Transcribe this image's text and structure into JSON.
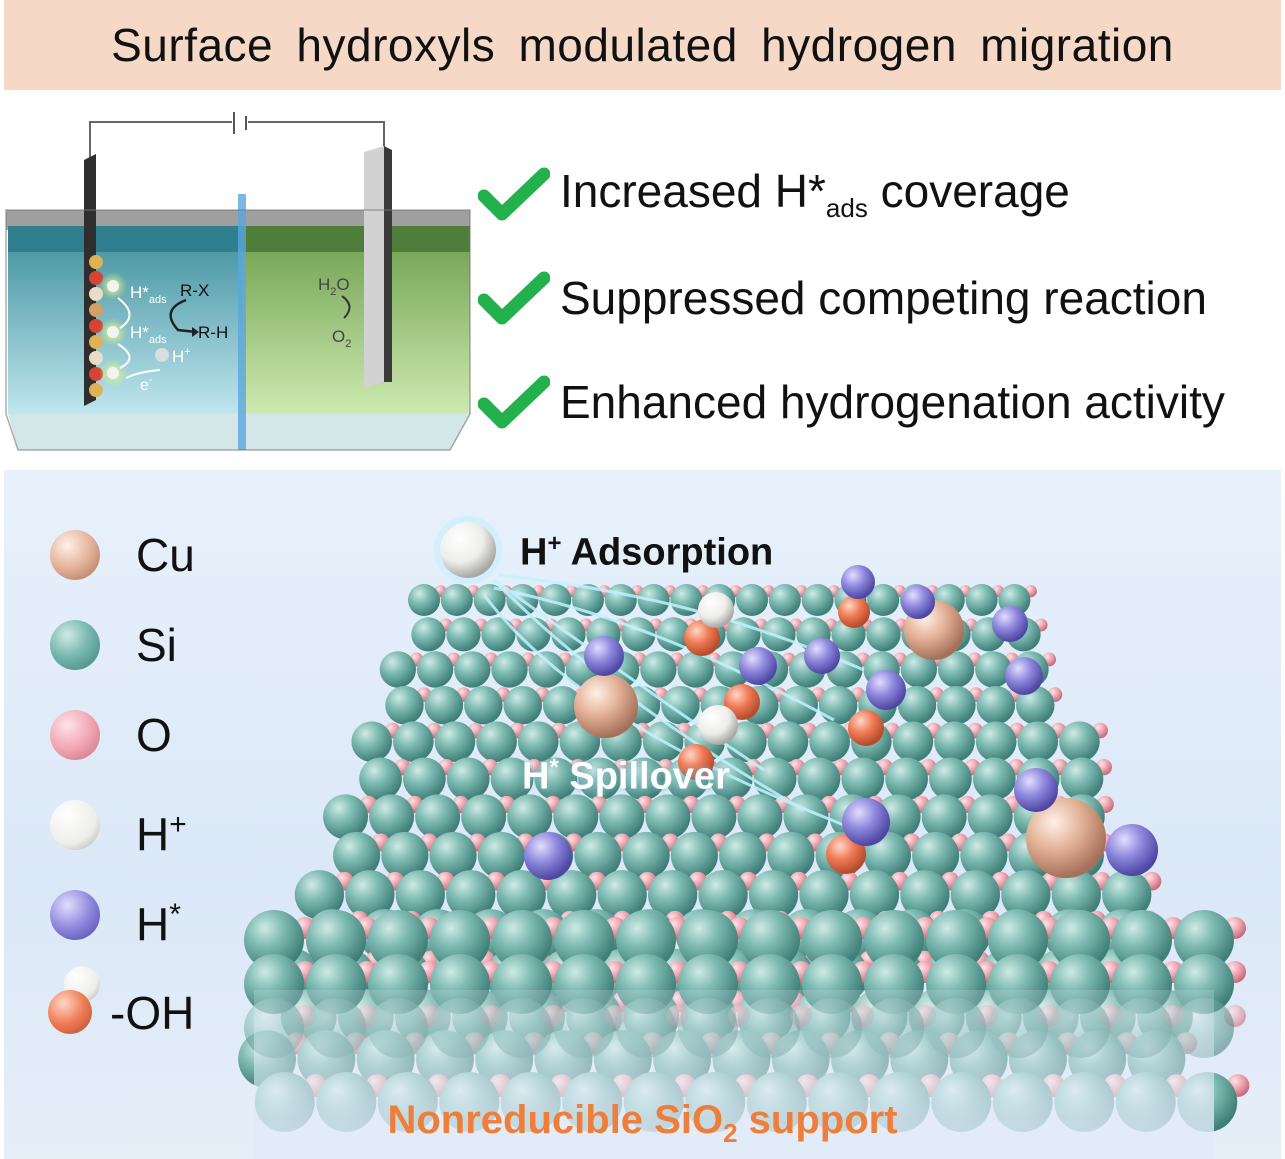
{
  "header": {
    "title": "Surface hydroxyls  modulated  hydrogen migration"
  },
  "cell_diagram": {
    "h_ads_upper": "H*",
    "h_ads_upper_sub": "ads",
    "rx": "R-X",
    "rh": "R-H",
    "h_ads_lower": "H*",
    "h_ads_lower_sub": "ads",
    "h_plus": "H",
    "h_plus_sup": "+",
    "electron": "e",
    "electron_sup": "-",
    "water": "H",
    "water_sub": "2",
    "water_o": "O",
    "oxygen": "O",
    "oxygen_sub": "2"
  },
  "benefits": [
    {
      "main": "Increased H*",
      "sub": "ads",
      "tail": " coverage"
    },
    {
      "main": "Suppressed competing reaction",
      "sub": "",
      "tail": ""
    },
    {
      "main": "Enhanced hydrogenation activity",
      "sub": "",
      "tail": ""
    }
  ],
  "legend": [
    {
      "label": "Cu",
      "color": "#e3b196"
    },
    {
      "label": "Si",
      "color": "#77b8b0"
    },
    {
      "label": "O",
      "color": "#f0a6b2"
    },
    {
      "label": "H",
      "sup": "+",
      "color": "#f1f1ef"
    },
    {
      "label": "H",
      "sup": "*",
      "color": "#8d86dc"
    },
    {
      "label": "-OH",
      "color": "#ef7a55"
    }
  ],
  "callouts": {
    "adsorption_main": "H",
    "adsorption_sup": "+",
    "adsorption_tail": " Adsorption",
    "spillover_main": "H",
    "spillover_sup": "*",
    "spillover_tail": " Spillover"
  },
  "support": {
    "main": "Nonreducible SiO",
    "sub": "2",
    "tail": " support"
  },
  "colors": {
    "title_bg": "#f6d8c6",
    "check_green": "#22b14c",
    "support_orange": "#ef7e3a"
  }
}
